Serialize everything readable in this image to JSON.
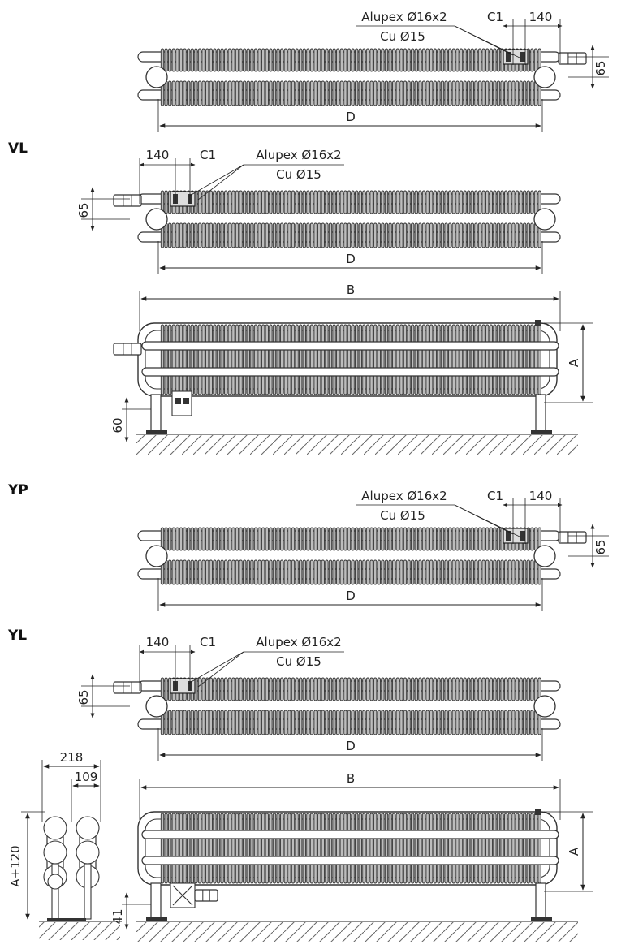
{
  "diagram": {
    "sections": [
      {
        "id": "top",
        "label": "",
        "dims": {
          "pipe_top": "Alupex Ø16x2",
          "pipe_bottom": "Cu Ø15",
          "c1": "C1",
          "offset": "140",
          "height_offset": "65",
          "width": "D"
        }
      },
      {
        "id": "vl",
        "label": "VL",
        "dims": {
          "pipe_top": "Alupex Ø16x2",
          "pipe_bottom": "Cu Ø15",
          "c1": "C1",
          "offset": "140",
          "height_offset": "65",
          "width": "D"
        }
      },
      {
        "id": "front1",
        "label": "",
        "dims": {
          "overall": "B",
          "height": "A",
          "floor": "60"
        }
      },
      {
        "id": "yp",
        "label": "YP",
        "dims": {
          "pipe_top": "Alupex Ø16x2",
          "pipe_bottom": "Cu Ø15",
          "c1": "C1",
          "offset": "140",
          "height_offset": "65",
          "width": "D"
        }
      },
      {
        "id": "yl",
        "label": "YL",
        "dims": {
          "pipe_top": "Alupex Ø16x2",
          "pipe_bottom": "Cu Ø15",
          "c1": "C1",
          "offset": "140",
          "height_offset": "65",
          "width": "D"
        }
      },
      {
        "id": "front2",
        "label": "",
        "dims": {
          "overall": "B",
          "height": "A",
          "floor": "41",
          "depth": "218",
          "half_depth": "109",
          "total_height": "A+120"
        }
      }
    ]
  }
}
